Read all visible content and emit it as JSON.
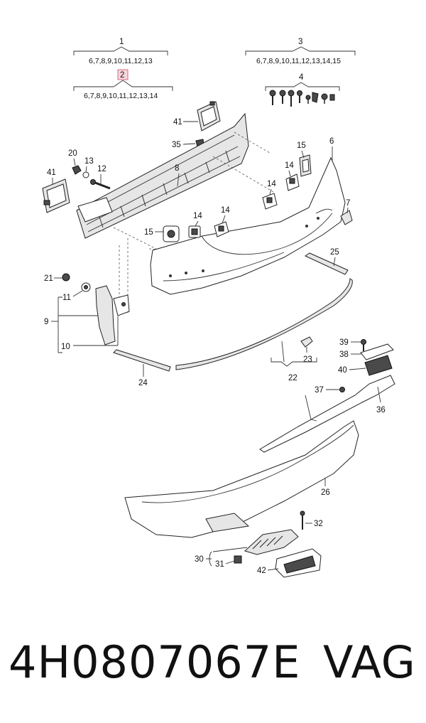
{
  "diagram": {
    "callouts": [
      {
        "id": "1",
        "ref": "6,7,8,9,10,11,12,13"
      },
      {
        "id": "2",
        "ref": "6,7,8,9,10,11,12,13,14",
        "highlighted": true
      },
      {
        "id": "3",
        "ref": "6,7,8,9,10,11,12,13,14,15"
      },
      {
        "id": "4"
      }
    ],
    "labels": [
      "41",
      "35",
      "20",
      "13",
      "12",
      "8",
      "41",
      "15",
      "14",
      "14",
      "14",
      "14",
      "15",
      "6",
      "7",
      "25",
      "21",
      "11",
      "9",
      "10",
      "24",
      "22",
      "23",
      "39",
      "38",
      "40",
      "37",
      "36",
      "26",
      "32",
      "30",
      "31",
      "42"
    ],
    "colors": {
      "highlight": "#f6d6dc",
      "highlight_border": "#d86a7c",
      "line": "#333333"
    }
  },
  "footer": {
    "part_number": "4H0807067E",
    "brand": "VAG"
  }
}
